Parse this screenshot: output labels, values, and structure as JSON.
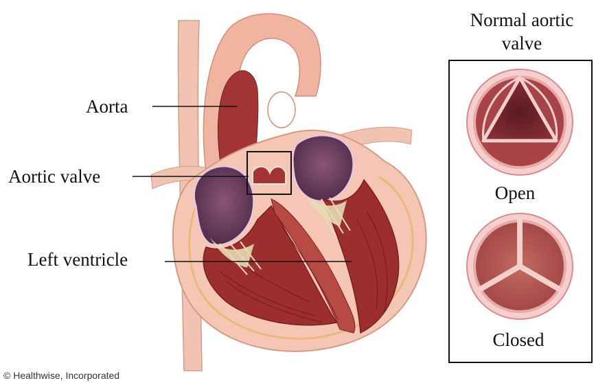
{
  "labels": {
    "aorta": "Aorta",
    "aortic_valve": "Aortic valve",
    "left_ventricle": "Left ventricle"
  },
  "inset": {
    "title_line1": "Normal aortic",
    "title_line2": "valve",
    "open_label": "Open",
    "closed_label": "Closed"
  },
  "copyright": "© Healthwise, Incorporated",
  "colors": {
    "muscle": "#9c2e2e",
    "muscle_dark": "#7a1e22",
    "tissue": "#f0b7a6",
    "tissue_light": "#f8d2c4",
    "chamber": "#6a3a5e",
    "valve_ring": "#e9a9a7",
    "leader": "#111111"
  }
}
